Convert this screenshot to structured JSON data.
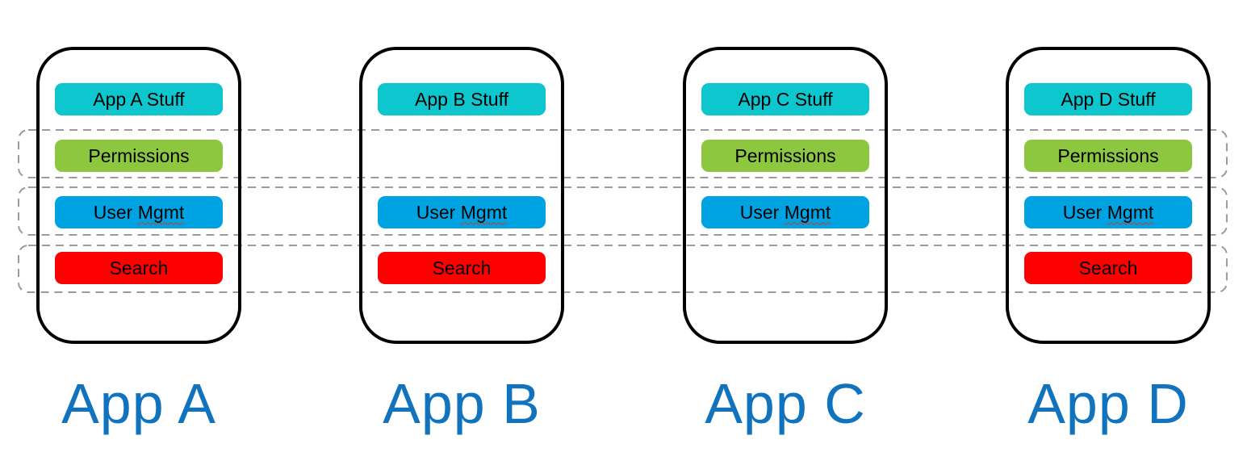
{
  "apps": [
    {
      "name": "App A",
      "stuff_label": "App A Stuff",
      "rows": {
        "permissions": true,
        "user_mgmt": true,
        "search": true
      }
    },
    {
      "name": "App B",
      "stuff_label": "App B Stuff",
      "rows": {
        "permissions": false,
        "user_mgmt": true,
        "search": true
      }
    },
    {
      "name": "App C",
      "stuff_label": "App C Stuff",
      "rows": {
        "permissions": true,
        "user_mgmt": true,
        "search": false
      }
    },
    {
      "name": "App D",
      "stuff_label": "App D Stuff",
      "rows": {
        "permissions": true,
        "user_mgmt": true,
        "search": true
      }
    }
  ],
  "shared_rows": {
    "permissions": {
      "label": "Permissions",
      "color": "#8dc740"
    },
    "user_mgmt": {
      "label": "User Mgmt",
      "label_plain": "User",
      "label_misspelled": "Mgmt",
      "color": "#00a3e1"
    },
    "search": {
      "label": "Search",
      "color": "#fe0000"
    }
  },
  "colors": {
    "app_stuff_box": "#0dc6ce",
    "permissions_box": "#8dc740",
    "user_mgmt_box": "#00a3e1",
    "search_box": "#fe0000",
    "app_label_text": "#1173be",
    "container_border": "#000000",
    "band_dash": "#9b9b9b",
    "box_text": "#000000",
    "spellcheck_squiggle": "#d83228"
  }
}
